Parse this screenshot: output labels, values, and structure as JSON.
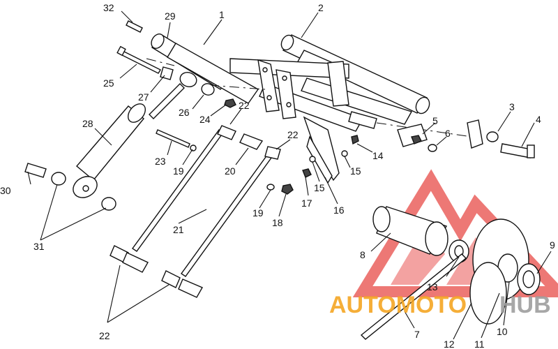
{
  "callouts": [
    "32",
    "29",
    "1",
    "2",
    "25",
    "27",
    "26",
    "24",
    "22",
    "28",
    "23",
    "19",
    "20",
    "22",
    "3",
    "4",
    "5",
    "6",
    "14",
    "15",
    "15",
    "17",
    "16",
    "30",
    "31",
    "21",
    "19",
    "18",
    "8",
    "13",
    "9",
    "7",
    "12",
    "11",
    "10",
    "22"
  ],
  "watermark": {
    "left": "AUTOMOTO",
    "right": "HUB",
    "color_left": "#f5a623",
    "color_right": "#9e9e9e",
    "logo_color": "#e53935"
  }
}
